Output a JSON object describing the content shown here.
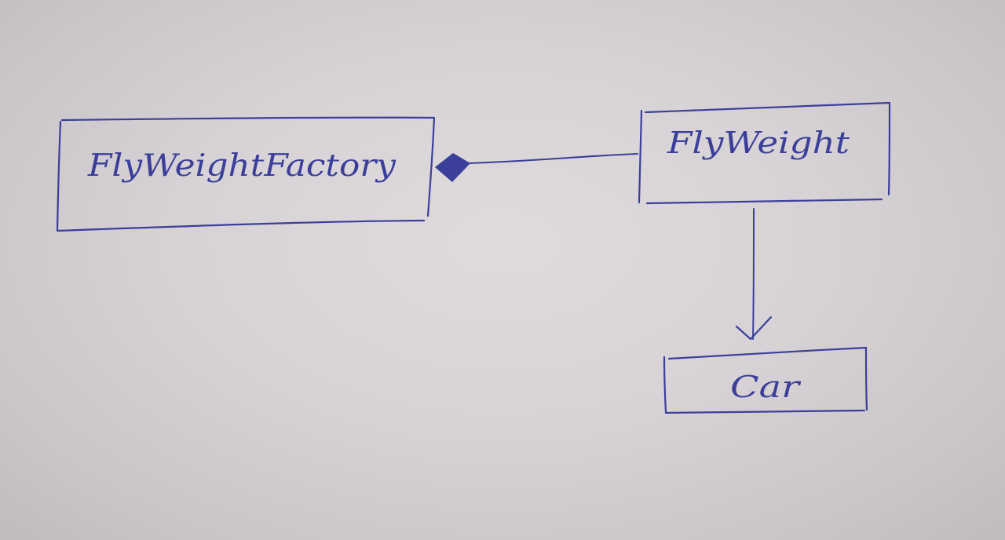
{
  "colors": {
    "ink": "#3b3f9a",
    "paper": "#d8d4d7"
  },
  "nodes": {
    "factory": {
      "label": "FlyWeightFactory"
    },
    "flyweight": {
      "label": "FlyWeight"
    },
    "car": {
      "label": "Car"
    }
  },
  "edges": [
    {
      "from": "factory",
      "to": "flyweight",
      "type": "composition"
    },
    {
      "from": "flyweight",
      "to": "car",
      "type": "association-arrow"
    }
  ]
}
